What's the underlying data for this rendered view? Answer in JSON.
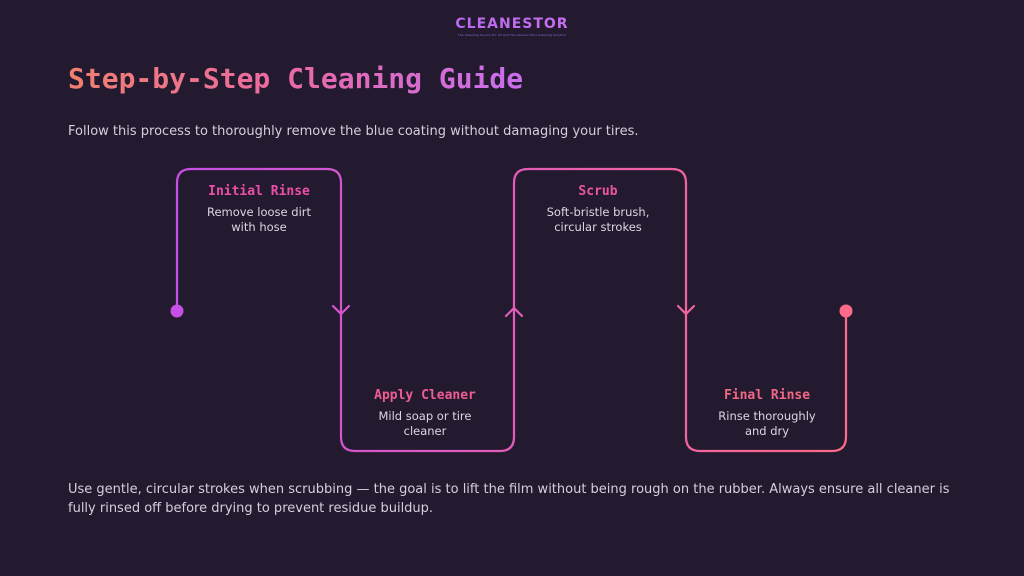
{
  "brand": {
    "name": "CLEANESTOR",
    "tagline": "The Cleaning Source For All And The Chosen Fans Cleaning Solution"
  },
  "title": "Step-by-Step Cleaning Guide",
  "intro": "Follow this process to thoroughly remove the blue coating without damaging your tires.",
  "steps": [
    {
      "title": "Initial Rinse",
      "desc": "Remove loose dirt with hose",
      "color": "#ec4fa8"
    },
    {
      "title": "Apply Cleaner",
      "desc": "Mild soap or tire cleaner",
      "color": "#ee5d94"
    },
    {
      "title": "Scrub",
      "desc": "Soft-bristle brush, circular strokes",
      "color": "#ec55a0"
    },
    {
      "title": "Final Rinse",
      "desc": "Rinse thoroughly and dry",
      "color": "#f06884"
    }
  ],
  "outro": "Use gentle, circular strokes when scrubbing — the goal is to lift the film without being rough on the rubber. Always ensure all cleaner is fully rinsed off before drying to prevent residue buildup.",
  "colors": {
    "background": "#241a30",
    "path_start": "#c64fe6",
    "path_end": "#ff6a88",
    "text": "#d5cede"
  }
}
